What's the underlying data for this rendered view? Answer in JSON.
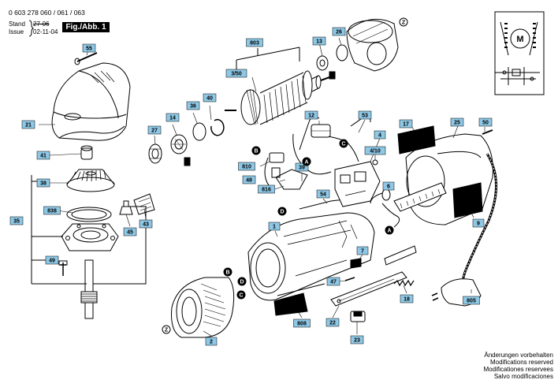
{
  "header": {
    "doc_number": "0 603 278 060 / 061 / 063",
    "stand_label": "Stand",
    "issue_label": "Issue",
    "stand_value": "27-06",
    "issue_value": "02-11-04",
    "figure_title": "Fig./Abb. 1"
  },
  "part_labels": [
    "55",
    "803",
    "13",
    "26",
    "3/50",
    "40",
    "36",
    "14",
    "27",
    "21",
    "41",
    "38",
    "35",
    "838",
    "49",
    "12",
    "53",
    "4",
    "17",
    "25",
    "50",
    "4/10",
    "810",
    "48",
    "39",
    "816",
    "54",
    "6",
    "1",
    "7",
    "9",
    "47",
    "18",
    "22",
    "23",
    "808",
    "45",
    "43",
    "805",
    "2"
  ],
  "connector_letters": [
    "Z",
    "B",
    "C",
    "D",
    "A"
  ],
  "schematic": {
    "motor_symbol": "M"
  },
  "footer": {
    "line1": "Änderungen vorbehalten",
    "line2": "Modifications reserved",
    "line3": "Modificationes reservees",
    "line4": "Salvo modificaciones"
  }
}
